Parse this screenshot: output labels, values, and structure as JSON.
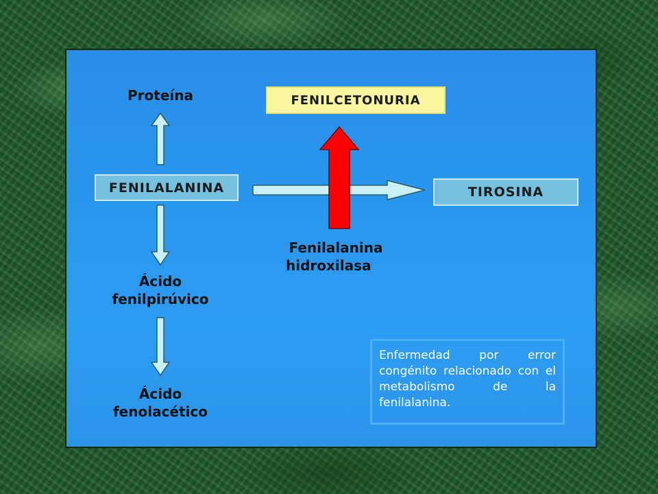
{
  "nodes": {
    "proteina": "Proteína",
    "fenilcetonuria": "FENILCETONURIA",
    "fenilalanina": "FENILALANINA",
    "tirosina": "TIROSINA",
    "enzyme_line1": "Fenilalanina",
    "enzyme_line2": "hidroxilasa",
    "acido1_line1": "Ácido",
    "acido1_line2": "fenilpirúvico",
    "acido2_line1": "Ácido",
    "acido2_line2": "fenolacético"
  },
  "note": "Enfermedad por error congénito relacionado con el metabolismo de la fenilalanina.",
  "colors": {
    "slide_blue": "#2996ee",
    "box_light": "#74c0df",
    "box_yellow": "#fbf7a0",
    "arrow_fill": "#c9f0f2",
    "block_arrow": "#ff0000"
  }
}
